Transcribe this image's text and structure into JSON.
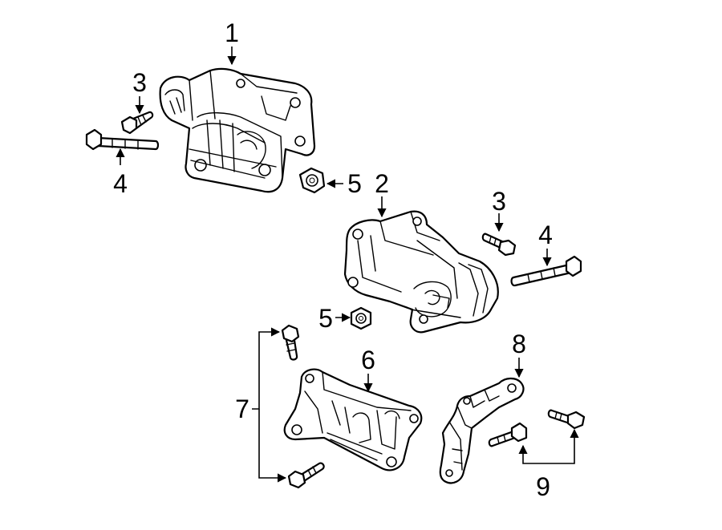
{
  "callouts": {
    "c1": "1",
    "c2": "2",
    "c3a": "3",
    "c3b": "3",
    "c4a": "4",
    "c4b": "4",
    "c5a": "5",
    "c5b": "5",
    "c6": "6",
    "c7": "7",
    "c8": "8",
    "c9": "9"
  }
}
